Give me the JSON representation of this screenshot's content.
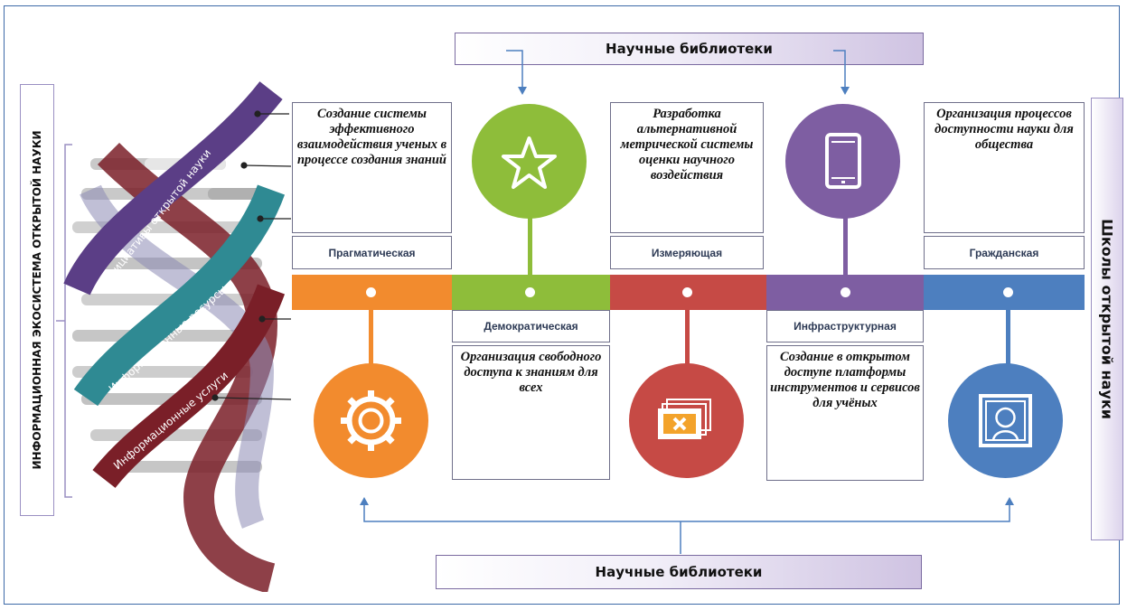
{
  "top_library": "Научные библиотеки",
  "bottom_library": "Научные библиотеки",
  "left_vertical_label": "ИНФОРМАЦИОННАЯ ЭКОСИСТЕМА ОТКРЫТОЙ НАУКИ",
  "right_vertical_label": "Школы открытой науки",
  "helix": {
    "strand_1": "Инициативы открытой науки",
    "strand_2": "Информационные ресурсы",
    "strand_3": "Информационные услуги"
  },
  "schools": [
    {
      "label": "Прагматическая",
      "text": "Создание системы эффективного взаимодействия ученых в процессе создания знаний",
      "color": "#f28b2e",
      "icon": "gear-icon"
    },
    {
      "label": "Демократическая",
      "text": "Организация свободного доступа к знаниям для всех",
      "color": "#8ebd3a",
      "icon": "star-icon"
    },
    {
      "label": "Измеряющая",
      "text": "Разработка альтернативной метрической системы оценки научного воздействия",
      "color": "#c64a45",
      "icon": "cards-icon"
    },
    {
      "label": "Инфраструктурная",
      "text": "Создание в открытом доступе платформы инструментов и сервисов для учёных",
      "color": "#7e5ea2",
      "icon": "tablet-icon"
    },
    {
      "label": "Гражданская",
      "text": "Организация процессов доступности науки для общества",
      "color": "#4d7fbf",
      "icon": "person-icon"
    }
  ]
}
